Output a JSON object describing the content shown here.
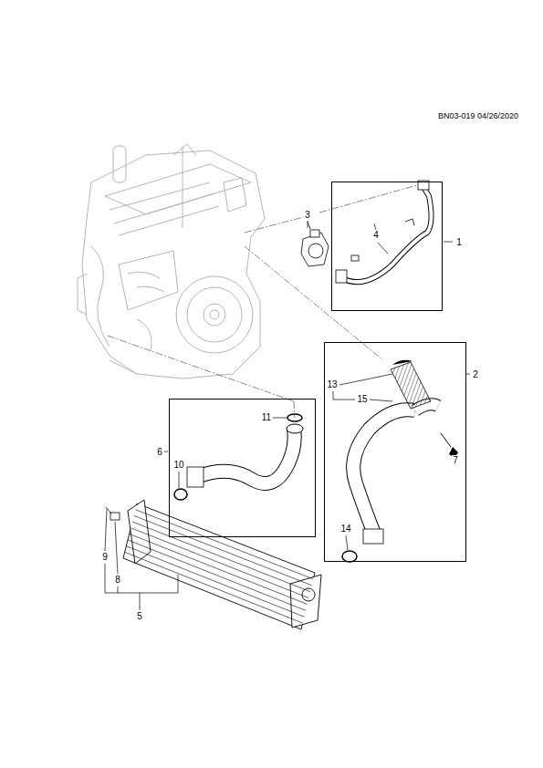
{
  "diagram": {
    "nodes": [
      {
        "text": [
          "1"
        ]
      },
      {
        "text": [
          "2"
        ]
      },
      {
        "text": [
          "6"
        ]
      }
    ],
    "labels": [
      "BN03-019 04/26/2020",
      "3",
      "4",
      "13",
      "15",
      "7",
      "11",
      "10",
      "14",
      "9",
      "8",
      "5"
    ]
  }
}
